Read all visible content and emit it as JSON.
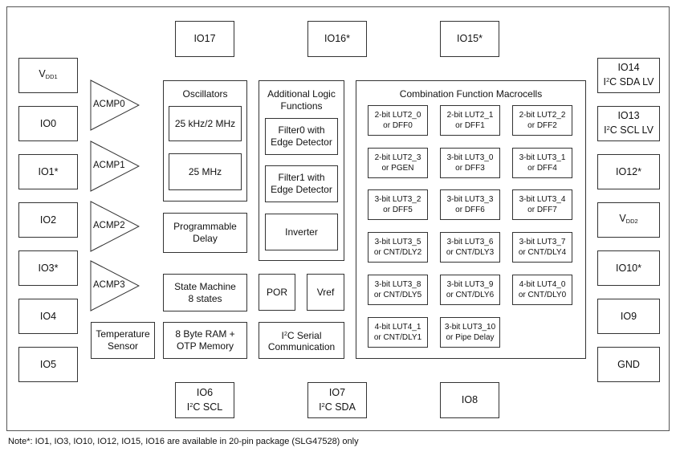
{
  "pins_top": [
    "IO17",
    "IO16*",
    "IO15*"
  ],
  "pins_left": {
    "vdd1": {
      "main": "V",
      "sub": "DD1"
    },
    "io0": "IO0",
    "io1": "IO1*",
    "io2": "IO2",
    "io3": "IO3*",
    "io4": "IO4",
    "io5": "IO5"
  },
  "pins_right": {
    "io14": {
      "line1": "IO14",
      "i": "I",
      "sup": "2",
      "rest": "C SDA LV"
    },
    "io13": {
      "line1": "IO13",
      "i": "I",
      "sup": "2",
      "rest": "C SCL LV"
    },
    "io12": "IO12*",
    "vdd2": {
      "main": "V",
      "sub": "DD2"
    },
    "io10": "IO10*",
    "io9": "IO9",
    "gnd": "GND"
  },
  "pins_bottom": {
    "io6": {
      "line1": "IO6",
      "i": "I",
      "sup": "2",
      "rest": "C SCL"
    },
    "io7": {
      "line1": "IO7",
      "i": "I",
      "sup": "2",
      "rest": "C SDA"
    },
    "io8": "IO8"
  },
  "acmp": [
    "ACMP0",
    "ACMP1",
    "ACMP2",
    "ACMP3"
  ],
  "blocks": {
    "temp_sensor": [
      "Temperature",
      "Sensor"
    ],
    "oscillators_title": "Oscillators",
    "osc1": "25 kHz/2 MHz",
    "osc2": "25 MHz",
    "prog_delay": [
      "Programmable",
      "Delay"
    ],
    "state_machine": [
      "State Machine",
      "8 states"
    ],
    "ram": [
      "8 Byte RAM +",
      "OTP Memory"
    ],
    "alf_title": [
      "Additional Logic",
      "Functions"
    ],
    "filter0": [
      "Filter0 with",
      "Edge Detector"
    ],
    "filter1": [
      "Filter1 with",
      "Edge Detector"
    ],
    "inverter": "Inverter",
    "por": "POR",
    "vref": "Vref",
    "i2c_serial": {
      "i": "I",
      "sup": "2",
      "rest": "C Serial",
      "line2": "Communication"
    }
  },
  "macrocells": {
    "title": "Combination Function Macrocells",
    "cells": [
      [
        "2-bit LUT2_0",
        "or DFF0"
      ],
      [
        "2-bit LUT2_1",
        "or DFF1"
      ],
      [
        "2-bit LUT2_2",
        "or DFF2"
      ],
      [
        "2-bit LUT2_3",
        "or PGEN"
      ],
      [
        "3-bit LUT3_0",
        "or DFF3"
      ],
      [
        "3-bit LUT3_1",
        "or DFF4"
      ],
      [
        "3-bit LUT3_2",
        "or DFF5"
      ],
      [
        "3-bit LUT3_3",
        "or DFF6"
      ],
      [
        "3-bit LUT3_4",
        "or DFF7"
      ],
      [
        "3-bit LUT3_5",
        "or CNT/DLY2"
      ],
      [
        "3-bit LUT3_6",
        "or CNT/DLY3"
      ],
      [
        "3-bit LUT3_7",
        "or CNT/DLY4"
      ],
      [
        "3-bit LUT3_8",
        "or CNT/DLY5"
      ],
      [
        "3-bit LUT3_9",
        "or CNT/DLY6"
      ],
      [
        "4-bit LUT4_0",
        "or CNT/DLY0"
      ],
      [
        "4-bit LUT4_1",
        "or CNT/DLY1"
      ],
      [
        "3-bit LUT3_10",
        "or Pipe Delay"
      ]
    ]
  },
  "note": "Note*: IO1, IO3, IO10, IO12, IO15, IO16 are available in 20-pin package (SLG47528) only"
}
